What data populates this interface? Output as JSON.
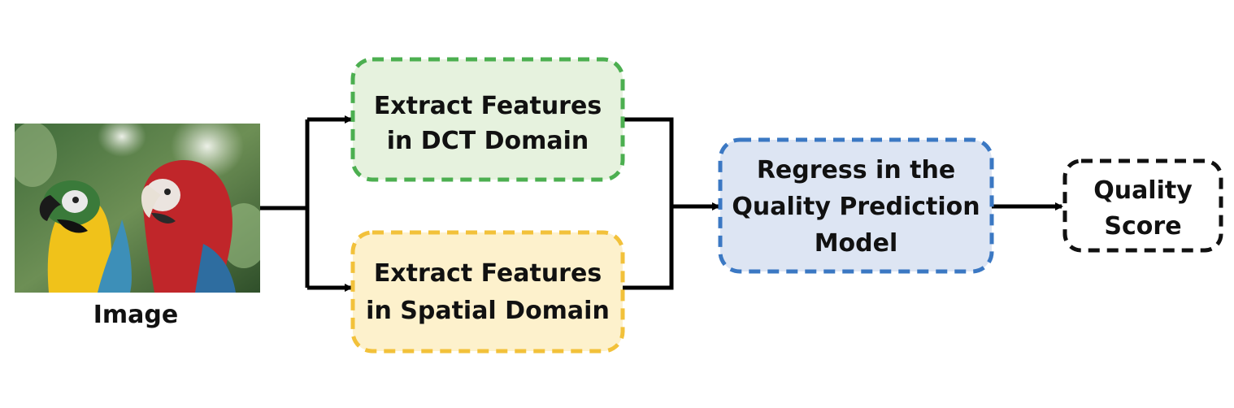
{
  "image": {
    "caption": "Image",
    "picture": "two parrots photograph (blue-and-yellow macaw and red macaw)"
  },
  "nodes": {
    "dct": {
      "line1": "Extract Features",
      "line2": "in DCT Domain",
      "fill": "#e6f2de",
      "border": "#4caf50"
    },
    "spatial": {
      "line1": "Extract Features",
      "line2": "in Spatial Domain",
      "fill": "#fdf1cc",
      "border": "#f2c13a"
    },
    "regress": {
      "line1": "Regress in the",
      "line2": "Quality Prediction",
      "line3": "Model",
      "fill": "#dde5f3",
      "border": "#3b78c3"
    },
    "score": {
      "line1": "Quality",
      "line2": "Score",
      "fill": "#ffffff",
      "border": "#111111"
    }
  },
  "colors": {
    "arrow": "#000000"
  }
}
